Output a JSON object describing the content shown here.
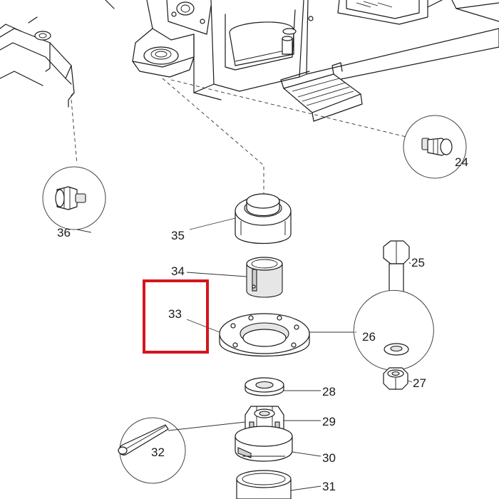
{
  "highlight": {
    "label": "33",
    "color": "#d4151e"
  },
  "parts": {
    "p24": "24",
    "p25": "25",
    "p26": "26",
    "p27": "27",
    "p28": "28",
    "p29": "29",
    "p30": "30",
    "p31": "31",
    "p32": "32",
    "p33": "33",
    "p34": "34",
    "p35": "35",
    "p36": "36"
  }
}
